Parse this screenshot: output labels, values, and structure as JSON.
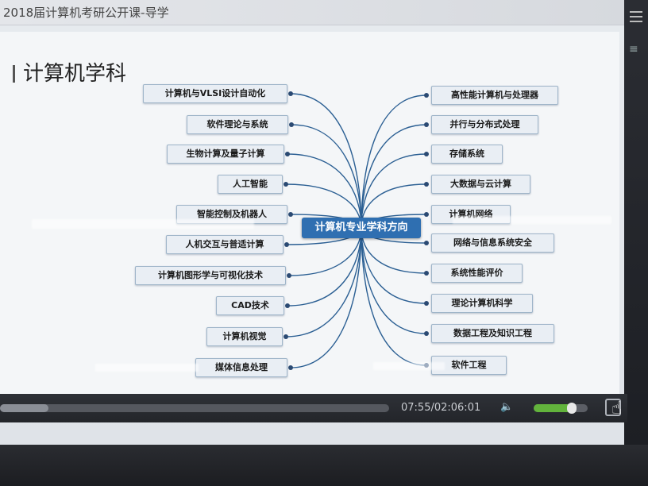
{
  "window": {
    "title": "2018届计算机考研公开课-导学"
  },
  "slide": {
    "title": "计算机学科",
    "center": "计算机专业学科方向",
    "left_nodes": [
      "计算机与VLSI设计自动化",
      "软件理论与系统",
      "生物计算及量子计算",
      "人工智能",
      "智能控制及机器人",
      "人机交互与普适计算",
      "计算机图形学与可视化技术",
      "CAD技术",
      "计算机视觉",
      "媒体信息处理"
    ],
    "right_nodes": [
      "高性能计算机与处理器",
      "并行与分布式处理",
      "存储系统",
      "大数据与云计算",
      "计算机网络",
      "网络与信息系统安全",
      "系统性能评价",
      "理论计算机科学",
      "数据工程及知识工程",
      "软件工程"
    ]
  },
  "player": {
    "time": "07:55/02:06:01",
    "progress": 0.063,
    "volume": 0.8
  },
  "icons": {
    "menu": "menu-icon",
    "volume": "volume-icon",
    "fullscreen": "fullscreen-icon",
    "cursor": "hand-cursor-icon"
  },
  "colors": {
    "center_node": "#2f6fb1",
    "connector": "#2b5f93",
    "volume": "#62b33c"
  }
}
